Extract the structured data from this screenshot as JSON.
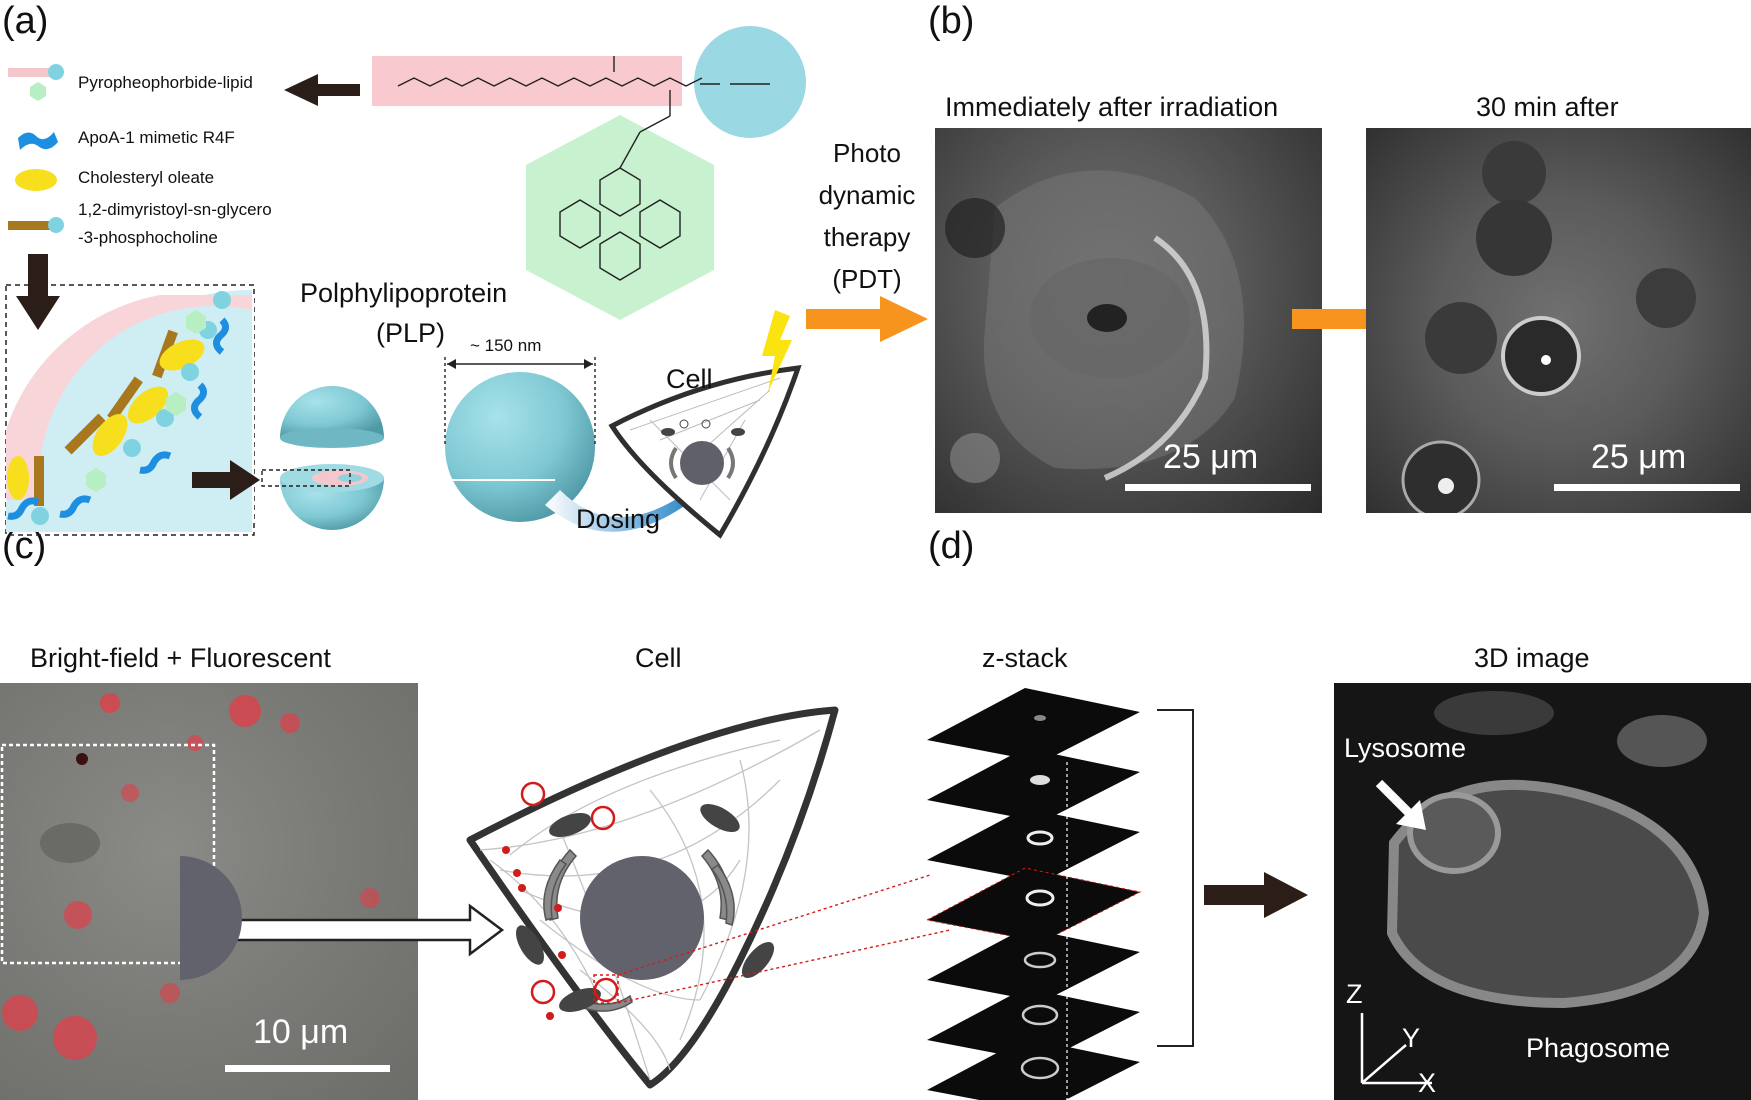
{
  "panel_labels": {
    "a": "(a)",
    "b": "(b)",
    "c": "(c)",
    "d": "(d)"
  },
  "panel_a": {
    "legend": [
      {
        "label": "Pyropheophorbide-lipid",
        "icon": "lipid-icon"
      },
      {
        "label": "ApoA-1 mimetic R4F",
        "icon": "peptide-icon"
      },
      {
        "label": "Cholesteryl oleate",
        "icon": "ellipse-icon"
      },
      {
        "label": "1,2-dimyristoyl-sn-glycero",
        "icon": "phospholipid-icon"
      },
      {
        "label": "-3-phosphocholine",
        "icon": ""
      }
    ],
    "plp_title": "Polphylipoprotein",
    "plp_abbrev": "(PLP)",
    "size_label": "~ 150 nm",
    "cell_label": "Cell",
    "dosing_label": "Dosing",
    "colors": {
      "sphere": "#8fd3dc",
      "pink": "#f4c7cc",
      "green": "#c8f2cf",
      "yellow": "#f7df1e",
      "arrow": "#2b1d18",
      "orange": "#f7941d"
    }
  },
  "pdt_label": [
    "Photo",
    "dynamic",
    "therapy",
    "(PDT)"
  ],
  "panel_b": {
    "left_title": "Immediately after irradiation",
    "right_title": "30 min after",
    "scale_left": "25 μm",
    "scale_right": "25 μm"
  },
  "panel_c": {
    "image_title": "Bright-field + Fluorescent",
    "cell_title": "Cell",
    "scale": "10 μm"
  },
  "panel_d": {
    "zstack_title": "z-stack",
    "image_title": "3D image",
    "lysosome_label": "Lysosome",
    "phagosome_label": "Phagosome",
    "axis_z": "Z",
    "axis_y": "Y",
    "axis_x": "X"
  }
}
